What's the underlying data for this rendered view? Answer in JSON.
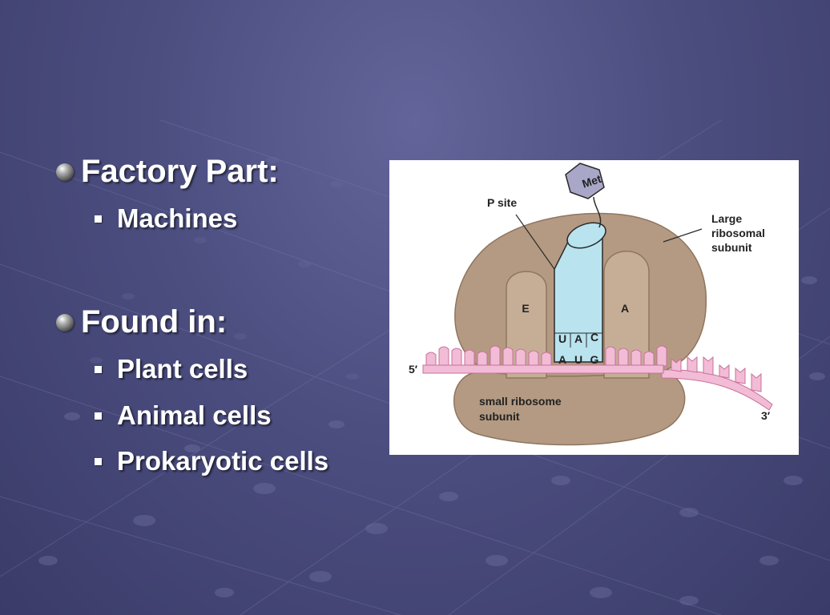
{
  "slide": {
    "sections": [
      {
        "heading": "Factory Part:",
        "items": [
          "Machines"
        ]
      },
      {
        "heading": "Found in:",
        "items": [
          "Plant cells",
          "Animal cells",
          "Prokaryotic cells"
        ]
      }
    ]
  },
  "diagram": {
    "labels": {
      "met": "Met",
      "p_site": "P site",
      "large_1": "Large",
      "large_2": "ribosomal",
      "large_3": "subunit",
      "e_site": "E",
      "a_site": "A",
      "anticodon": [
        "U",
        "A",
        "C"
      ],
      "codon": [
        "A",
        "U",
        "G"
      ],
      "five_prime": "5′",
      "three_prime": "3′",
      "small_1": "small ribosome",
      "small_2": "subunit"
    }
  },
  "colors": {
    "ribosome": "#b49a82",
    "trna": "#b9e3ef",
    "mrna": "#f2bcd6",
    "met": "#a9a7c8"
  }
}
